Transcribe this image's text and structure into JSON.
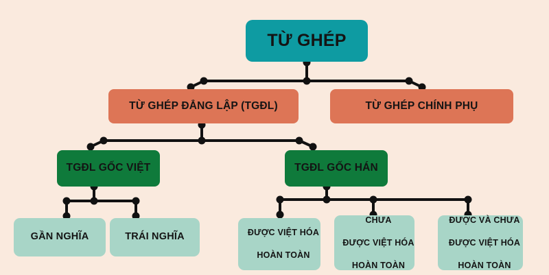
{
  "diagram": {
    "type": "tree",
    "title": "TỪ GHÉP",
    "background_color": "#faeade",
    "colors": {
      "root": "#0e9ba2",
      "level2": "#dd7556",
      "level3": "#0f7a3b",
      "level4": "#a8d5c7",
      "connector": "#111111",
      "text": "#141414"
    },
    "nodes": {
      "root": {
        "label": "TỪ GHÉP"
      },
      "dang_lap": {
        "label": "TỪ GHÉP ĐẲNG LẬP (TGĐL)"
      },
      "chinh_phu": {
        "label": "TỪ GHÉP CHÍNH PHỤ"
      },
      "goc_viet": {
        "label": "TGĐL GỐC VIỆT"
      },
      "goc_han": {
        "label": "TGĐL GỐC HÁN"
      },
      "gan_nghia": {
        "label": "GẦN NGHĨA"
      },
      "trai_nghia": {
        "label": "TRÁI NGHĨA"
      },
      "viet_hoa": {
        "line1": "ĐƯỢC VIỆT HÓA",
        "line2": "HOÀN TOÀN"
      },
      "chua_viet_hoa": {
        "line1": "CHƯA",
        "line2": "ĐƯỢC VIỆT HÓA",
        "line3": "HOÀN TOÀN"
      },
      "duoc_va_chua": {
        "line1": "ĐƯỢC VÀ CHƯA",
        "line2": "ĐƯỢC VIỆT HÓA",
        "line3": "HOÀN TOÀN"
      }
    },
    "edges": [
      {
        "from": "root",
        "to": "dang_lap"
      },
      {
        "from": "root",
        "to": "chinh_phu"
      },
      {
        "from": "dang_lap",
        "to": "goc_viet"
      },
      {
        "from": "dang_lap",
        "to": "goc_han"
      },
      {
        "from": "goc_viet",
        "to": "gan_nghia"
      },
      {
        "from": "goc_viet",
        "to": "trai_nghia"
      },
      {
        "from": "goc_han",
        "to": "viet_hoa"
      },
      {
        "from": "goc_han",
        "to": "chua_viet_hoa"
      },
      {
        "from": "goc_han",
        "to": "duoc_va_chua"
      }
    ]
  }
}
